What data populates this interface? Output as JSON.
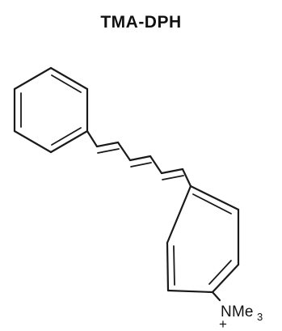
{
  "title": "TMA-DPH",
  "substituent": {
    "atom": "N",
    "group": "Me",
    "subscript": "3",
    "charge": "+"
  }
}
